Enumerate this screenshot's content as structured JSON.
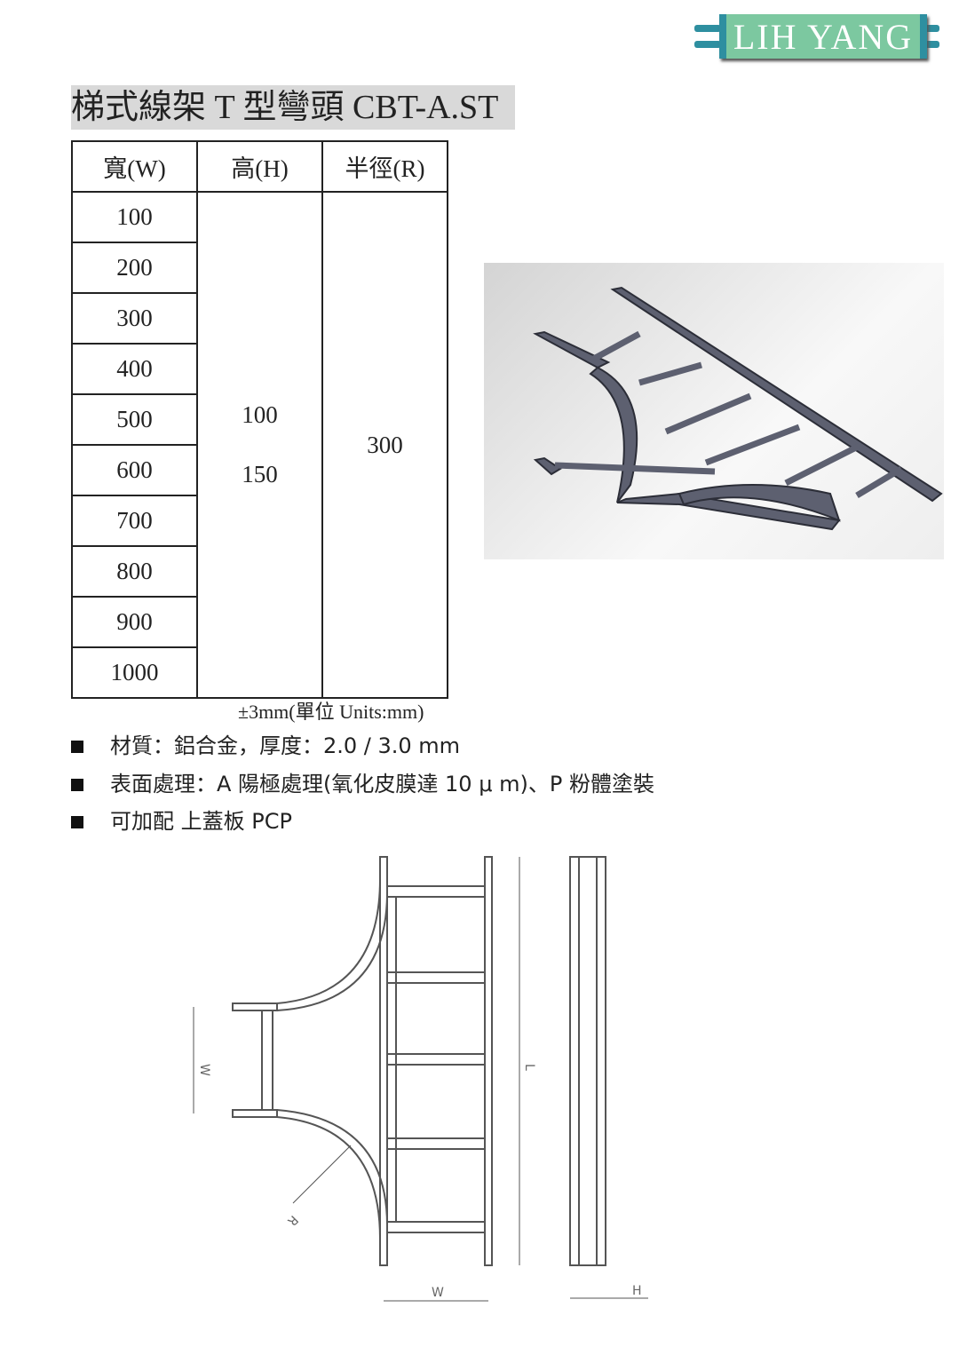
{
  "logo": {
    "text": "LIH YANG"
  },
  "title": "梯式線架 T 型彎頭 CBT-A.ST",
  "table": {
    "headers": [
      "寬(W)",
      "高(H)",
      "半徑(R)"
    ],
    "widths": [
      "100",
      "200",
      "300",
      "400",
      "500",
      "600",
      "700",
      "800",
      "900",
      "1000"
    ],
    "heights": [
      "100",
      "150"
    ],
    "radius": "300"
  },
  "tolerance": "±3mm(單位 Units:mm)",
  "specs": [
    "材質：鋁合金，厚度：2.0 / 3.0 mm",
    "表面處理：A 陽極處理(氧化皮膜達 10 μ m)、P 粉體塗裝",
    "可加配  上蓋板 PCP"
  ],
  "drawing": {
    "label_w_side": "W",
    "label_l": "L",
    "label_r": "R",
    "label_w_bottom": "W",
    "label_h": "H"
  }
}
